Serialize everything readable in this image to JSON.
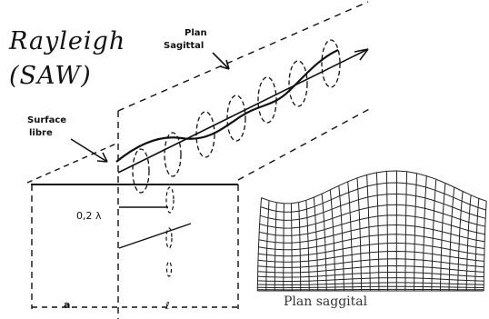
{
  "title": {
    "line1": "Rayleigh",
    "line2": "(SAW)"
  },
  "labels": {
    "plan_sagittal_top_1": "Plan",
    "plan_sagittal_top_2": "Sagittal",
    "surface_libre_1": "Surface",
    "surface_libre_2": "libre",
    "depth": "0,2 λ",
    "panel_a": "a",
    "panel_b": "ℓ",
    "plan_saggital_caption": "Plan saggital"
  },
  "colors": {
    "ink": "#111111",
    "grid": "#222222",
    "background": "#ffffff"
  }
}
